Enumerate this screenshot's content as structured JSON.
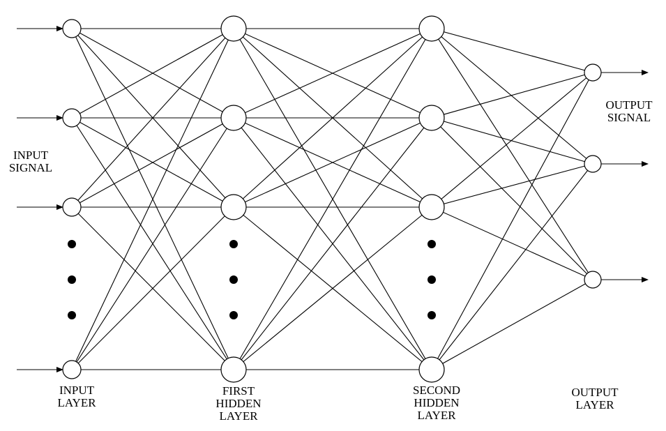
{
  "labels": {
    "input_signal": [
      "INPUT",
      "SIGNAL"
    ],
    "output_signal": [
      "OUTPUT",
      "SIGNAL"
    ],
    "input_layer": [
      "INPUT",
      "LAYER"
    ],
    "first_hidden_layer": [
      "FIRST",
      "HIDDEN",
      "LAYER"
    ],
    "second_hidden_layer": [
      "SECOND",
      "HIDDEN",
      "LAYER"
    ],
    "output_layer": [
      "OUTPUT",
      "LAYER"
    ]
  },
  "network": {
    "layers": [
      {
        "name": "input-layer",
        "visible_nodes": 4,
        "ellipsis_after": 3
      },
      {
        "name": "first-hidden-layer",
        "visible_nodes": 4,
        "ellipsis_after": 3
      },
      {
        "name": "second-hidden-layer",
        "visible_nodes": 4,
        "ellipsis_after": 3
      },
      {
        "name": "output-layer",
        "visible_nodes": 3,
        "ellipsis_after": null
      }
    ],
    "connectivity": "fully-connected",
    "stroke_color": "#000000",
    "fill_color": "#ffffff"
  }
}
